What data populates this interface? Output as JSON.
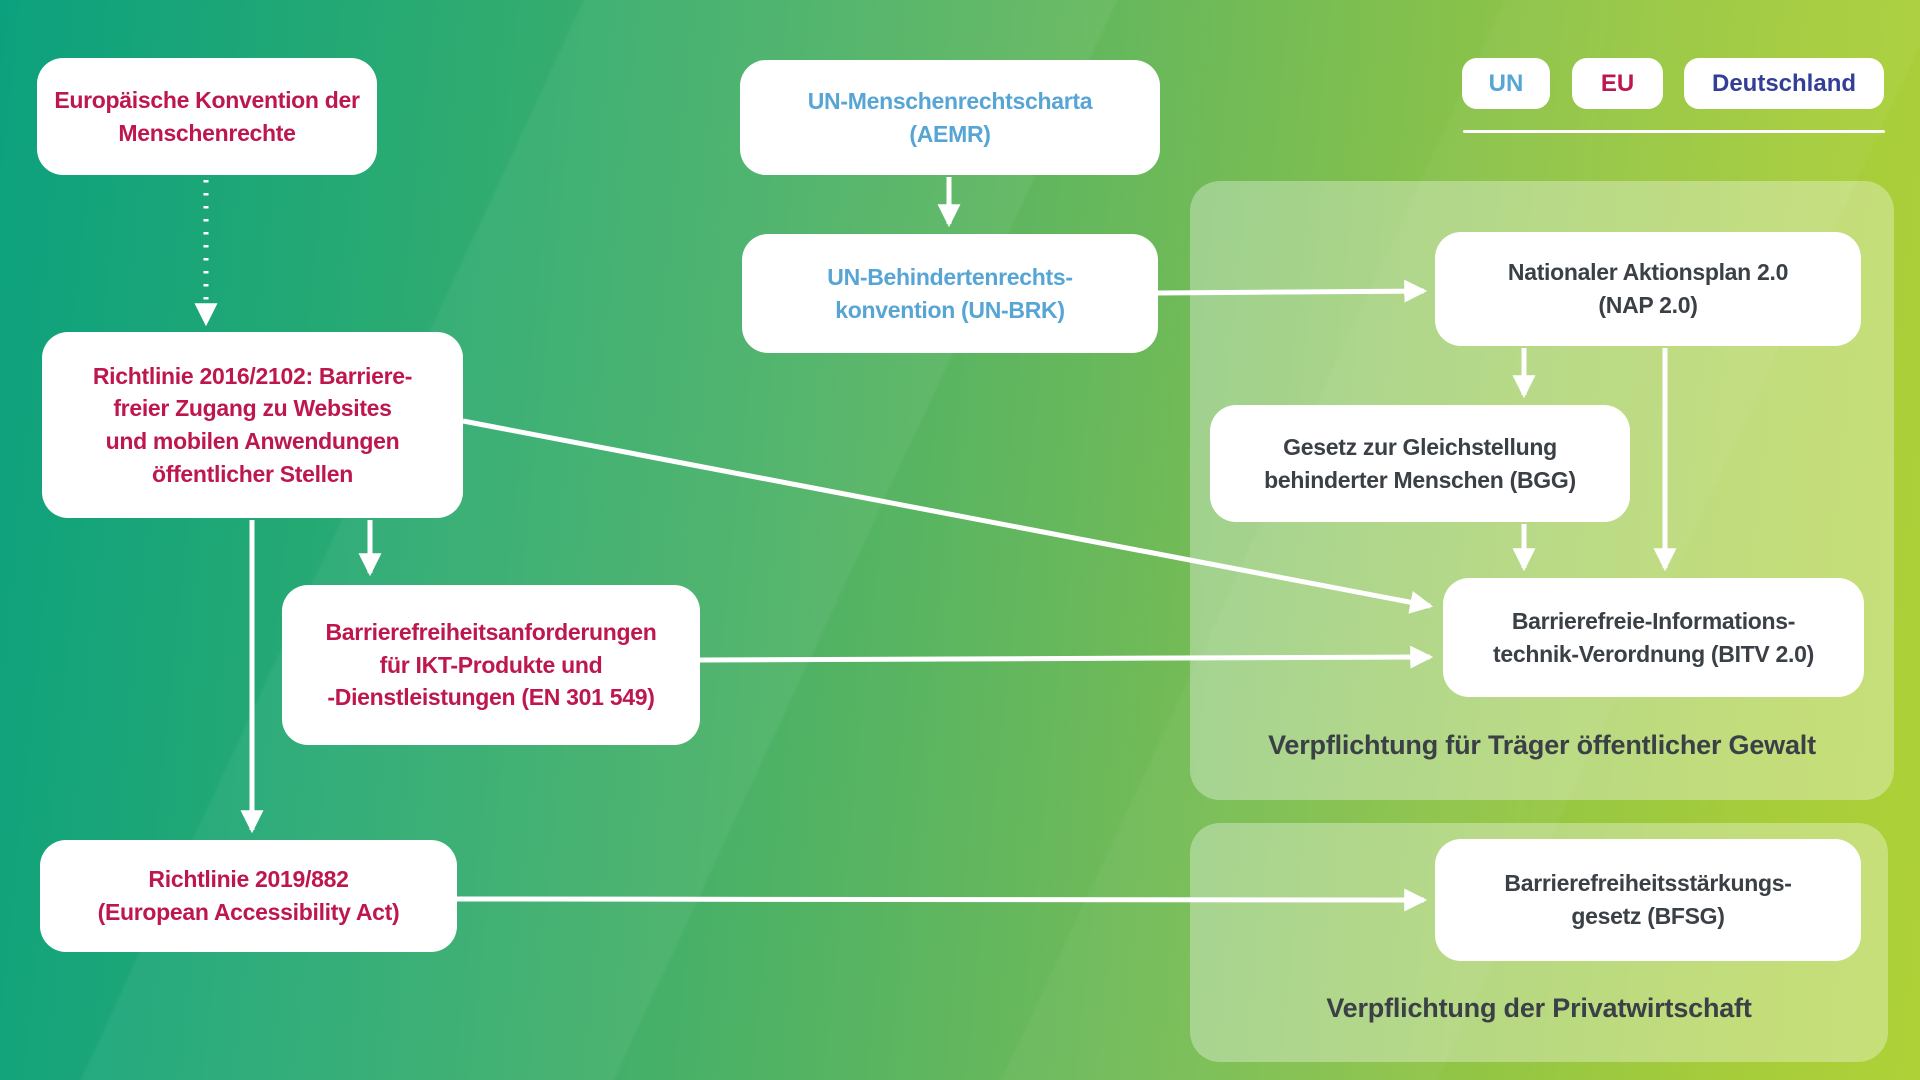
{
  "legend": {
    "items": [
      {
        "label": "UN",
        "text_color": "#56a5d5"
      },
      {
        "label": "EU",
        "text_color": "#bd174d"
      },
      {
        "label": "Deutschland",
        "text_color": "#333e97"
      }
    ]
  },
  "nodes": {
    "ekmr": {
      "label": "Europäische Konvention der\nMenschenrechte",
      "jurisdiction": "EU"
    },
    "rl2016": {
      "label": "Richtlinie 2016/2102: Barriere-\nfreier Zugang zu Websites\nund mobilen Anwendungen\nöffentlicher Stellen",
      "jurisdiction": "EU"
    },
    "en301549": {
      "label": "Barrierefreiheitsanforderungen\nfür IKT-Produkte und\n-Dienstleistungen (EN 301 549)",
      "jurisdiction": "EU"
    },
    "rl2019": {
      "label": "Richtlinie 2019/882\n(European Accessibility Act)",
      "jurisdiction": "EU"
    },
    "aemr": {
      "label": "UN-Menschenrechtscharta\n(AEMR)",
      "jurisdiction": "UN"
    },
    "unbrk": {
      "label": "UN-Behindertenrechts-\nkonvention (UN-BRK)",
      "jurisdiction": "UN"
    },
    "nap": {
      "label": "Nationaler Aktionsplan 2.0\n(NAP 2.0)",
      "jurisdiction": "Deutschland"
    },
    "bgg": {
      "label": "Gesetz zur Gleichstellung\nbehinderter Menschen (BGG)",
      "jurisdiction": "Deutschland"
    },
    "bitv": {
      "label": "Barrierefreie-Informations-\ntechnik-Verordnung (BITV 2.0)",
      "jurisdiction": "Deutschland"
    },
    "bfsg": {
      "label": "Barrierefreiheitsstärkungs-\ngesetz (BFSG)",
      "jurisdiction": "Deutschland"
    }
  },
  "groups": {
    "public": {
      "caption": "Verpflichtung für Träger öffentlicher Gewalt"
    },
    "private": {
      "caption": "Verpflichtung der Privatwirtschaft"
    }
  },
  "edges": [
    {
      "from": "ekmr",
      "to": "rl2016",
      "style": "dotted"
    },
    {
      "from": "aemr",
      "to": "unbrk",
      "style": "solid"
    },
    {
      "from": "unbrk",
      "to": "nap",
      "style": "solid"
    },
    {
      "from": "rl2016",
      "to": "en301549",
      "style": "solid"
    },
    {
      "from": "rl2016",
      "to": "rl2019",
      "style": "solid"
    },
    {
      "from": "rl2016",
      "to": "bitv",
      "style": "solid"
    },
    {
      "from": "en301549",
      "to": "bitv",
      "style": "solid"
    },
    {
      "from": "nap",
      "to": "bgg",
      "style": "solid"
    },
    {
      "from": "nap",
      "to": "bitv",
      "style": "solid"
    },
    {
      "from": "bgg",
      "to": "bitv",
      "style": "solid"
    },
    {
      "from": "rl2019",
      "to": "bfsg",
      "style": "solid"
    }
  ],
  "colors": {
    "background_left": "#0ca17e",
    "background_right": "#aed137",
    "panel_overlay": "rgba(255,255,255,0.33)",
    "node_background": "#ffffff",
    "eu_red": "#bd174d",
    "un_blue": "#56a5d5",
    "deutschland_navy": "#333e97",
    "german_node_text": "#3a4046",
    "arrow": "#ffffff"
  }
}
